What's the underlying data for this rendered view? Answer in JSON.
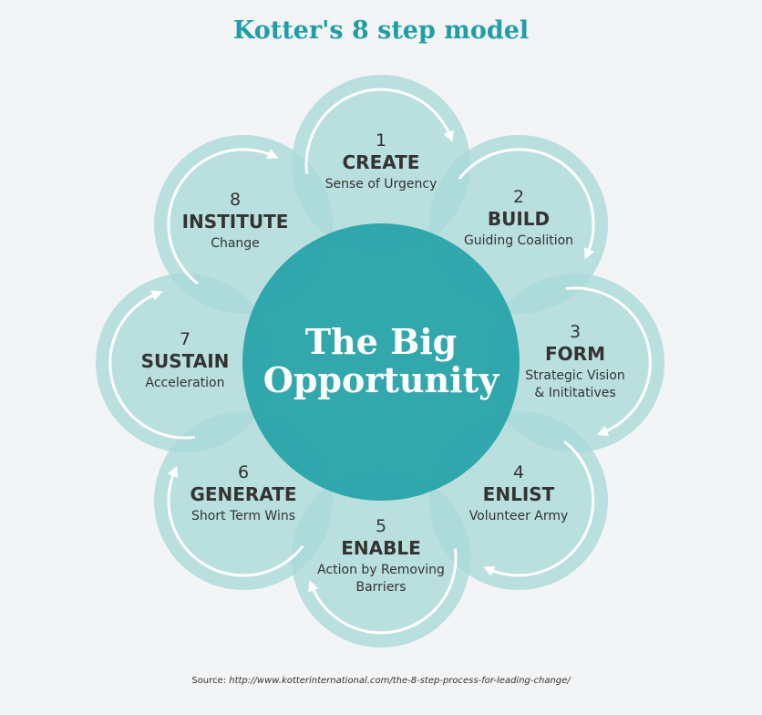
{
  "title": "Kotter's 8 step model",
  "center": {
    "line1": "The Big",
    "line2": "Opportunity"
  },
  "steps": [
    {
      "number": "1",
      "name": "CREATE",
      "desc": [
        "Sense of Urgency"
      ]
    },
    {
      "number": "2",
      "name": "BUILD",
      "desc": [
        "Guiding Coalition"
      ]
    },
    {
      "number": "3",
      "name": "FORM",
      "desc": [
        "Strategic Vision",
        "& Inititatives"
      ]
    },
    {
      "number": "4",
      "name": "ENLIST",
      "desc": [
        "Volunteer Army"
      ]
    },
    {
      "number": "5",
      "name": "ENABLE",
      "desc": [
        "Action by Removing",
        "Barriers"
      ]
    },
    {
      "number": "6",
      "name": "GENERATE",
      "desc": [
        "Short Term Wins"
      ]
    },
    {
      "number": "7",
      "name": "SUSTAIN",
      "desc": [
        "Acceleration"
      ]
    },
    {
      "number": "8",
      "name": "INSTITUTE",
      "desc": [
        "Change"
      ]
    }
  ],
  "source": {
    "label": "Source:",
    "url": "http://www.kotterinternational.com/the-8-step-process-for-leading-change/"
  },
  "colors": {
    "petal": "#a9d9d8",
    "center": "#27a3a9",
    "title": "#1f9ea5",
    "text": "#333333",
    "arrow": "#ffffff"
  }
}
